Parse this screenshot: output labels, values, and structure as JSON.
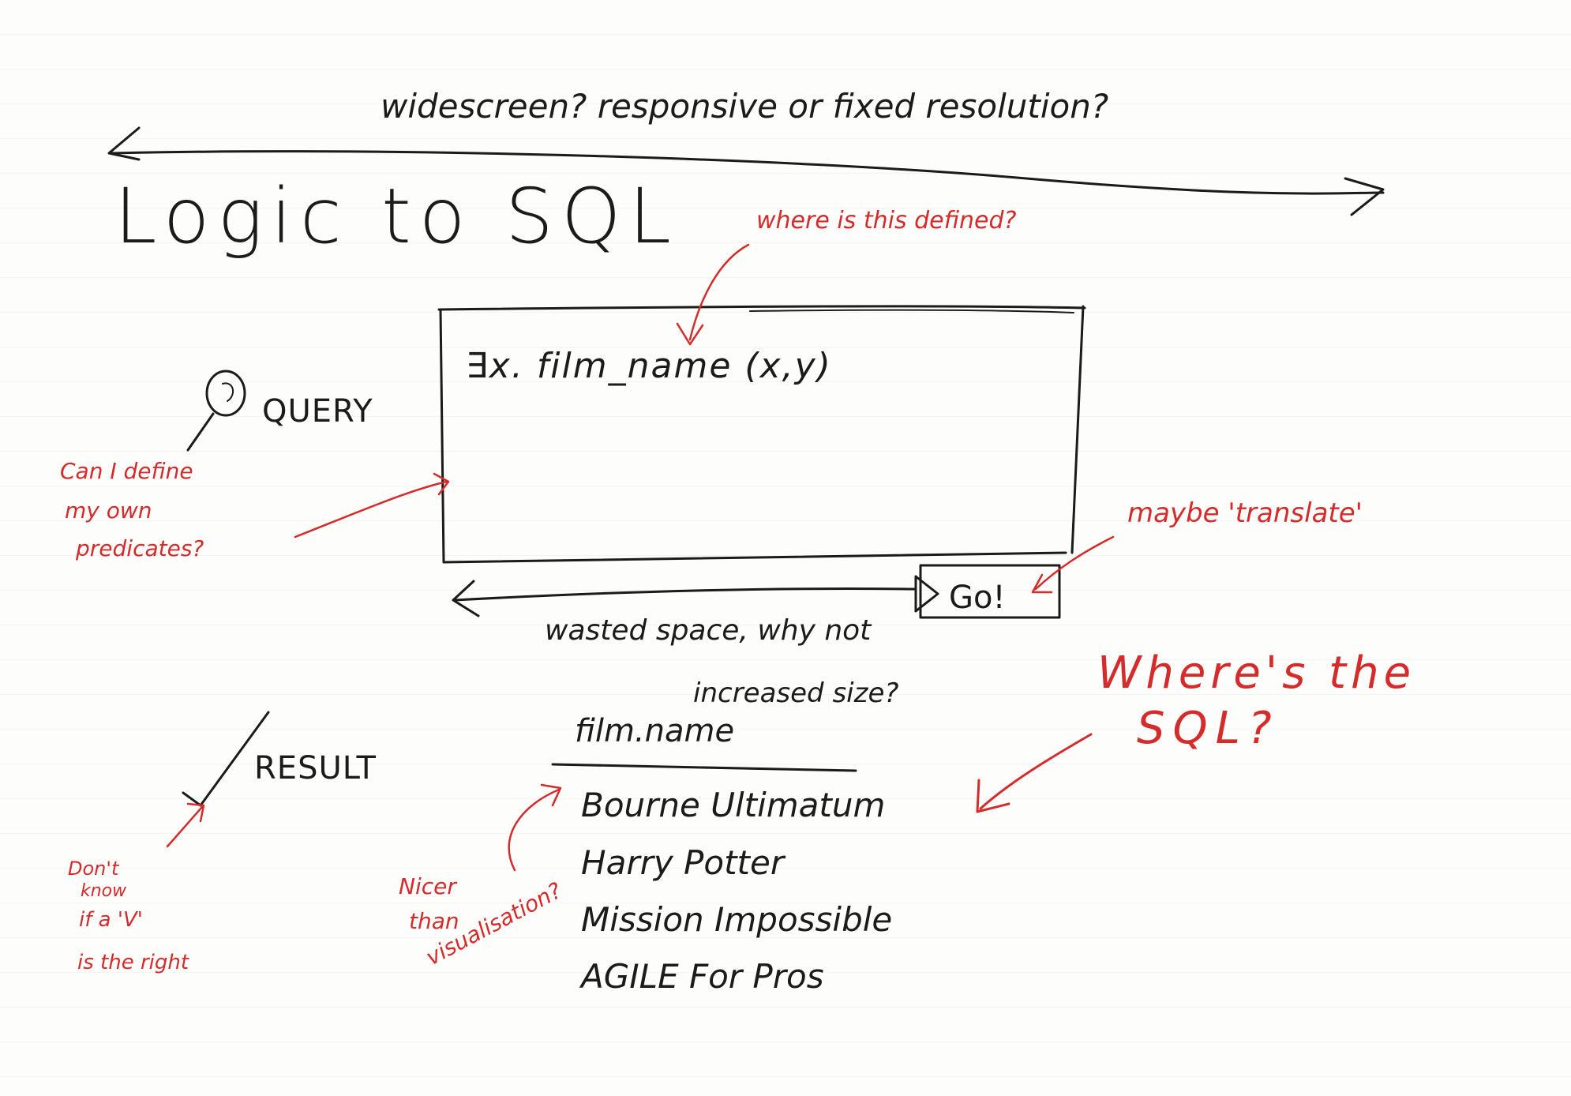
{
  "annotations_black": {
    "top_note": "widescreen? responsive or fixed resolution?",
    "wasted_space_line1": "wasted space, why not",
    "wasted_space_line2": "increased size?"
  },
  "app": {
    "title": "Logic to SQL"
  },
  "query": {
    "label": "QUERY",
    "input_value": "∃x. film_name (x,y)",
    "go_label": "Go!"
  },
  "result": {
    "label": "RESULT",
    "column_header": "film.name",
    "rows": [
      "Bourne Ultimatum",
      "Harry Potter",
      "Mission Impossible",
      "AGILE For Pros"
    ]
  },
  "annotations_red": {
    "where_defined": "where is this defined?",
    "can_define_1": "Can I define",
    "can_define_2": "my own",
    "can_define_3": "predicates?",
    "maybe_translate": "maybe 'translate'",
    "wheres_sql_1": "Where's the",
    "wheres_sql_2": "SQL?",
    "dont_know_1": "Don't",
    "dont_know_2": "know",
    "dont_know_3": "if a 'V'",
    "dont_know_4": "is the right",
    "nicer_1": "Nicer",
    "nicer_2": "than",
    "nicer_3": "visualisation?"
  },
  "colors": {
    "ink": "#1b1b1b",
    "red_pen": "#d42b2b",
    "paper": "#fdfdfb"
  },
  "icons": {
    "query_icon": "magnifier-icon",
    "result_icon": "checkmark-icon",
    "go_icon": "play-icon"
  }
}
